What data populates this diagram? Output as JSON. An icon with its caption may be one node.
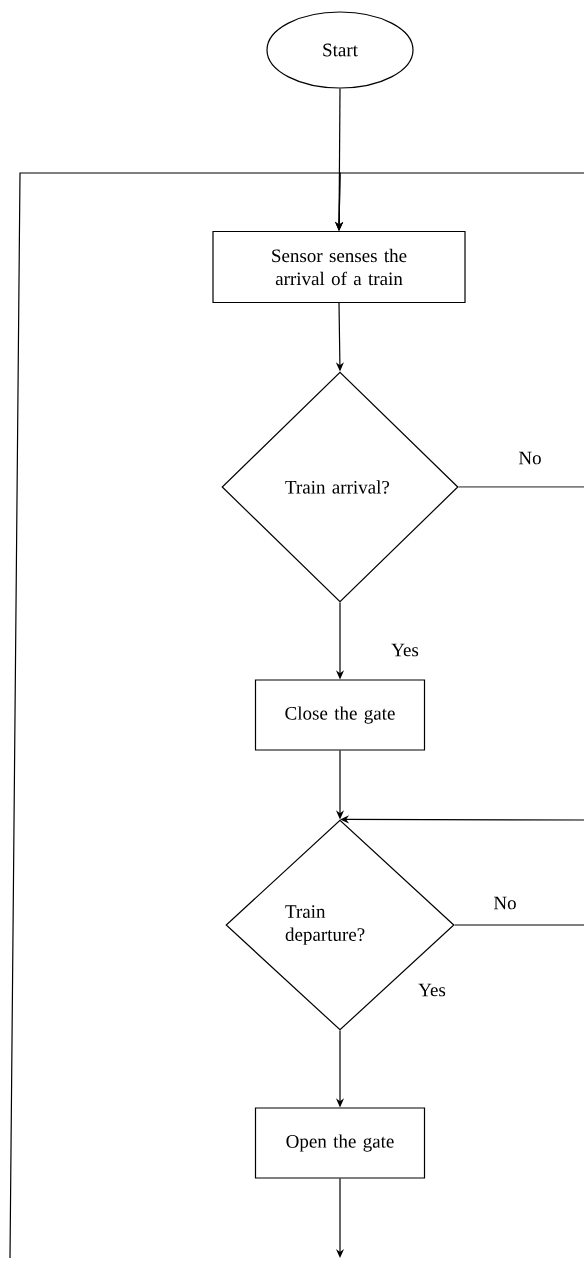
{
  "diagram": {
    "nodes": [
      {
        "text": [
          "Start"
        ]
      },
      {
        "text": [
          "Sensor senses the arrival of a train"
        ]
      },
      {
        "text": [
          "Train arrival?"
        ]
      },
      {
        "text": [
          "Close the gate"
        ]
      },
      {
        "text": [
          "Train departure?"
        ]
      },
      {
        "text": [
          "Open the gate"
        ]
      }
    ],
    "edges": [
      {
        "from": 0,
        "to": 1,
        "arrow": "to"
      },
      {
        "from": 1,
        "to": 2,
        "arrow": "to"
      },
      {
        "from": 2,
        "to": 3,
        "arrow": "to",
        "label": "Yes"
      },
      {
        "from": 2,
        "to": null,
        "arrow": "none",
        "label": "No"
      },
      {
        "from": 3,
        "to": 4,
        "arrow": "to"
      },
      {
        "from": null,
        "to": 4,
        "arrow": "to"
      },
      {
        "from": 4,
        "to": null,
        "arrow": "none",
        "label": "No"
      },
      {
        "from": 4,
        "to": 5,
        "arrow": "to",
        "label": "Yes"
      },
      {
        "from": 5,
        "to": null,
        "arrow": "to"
      },
      {
        "from": null,
        "to": 1,
        "arrow": "to"
      },
      {
        "from": null,
        "to": 1,
        "arrow": "to"
      }
    ]
  }
}
